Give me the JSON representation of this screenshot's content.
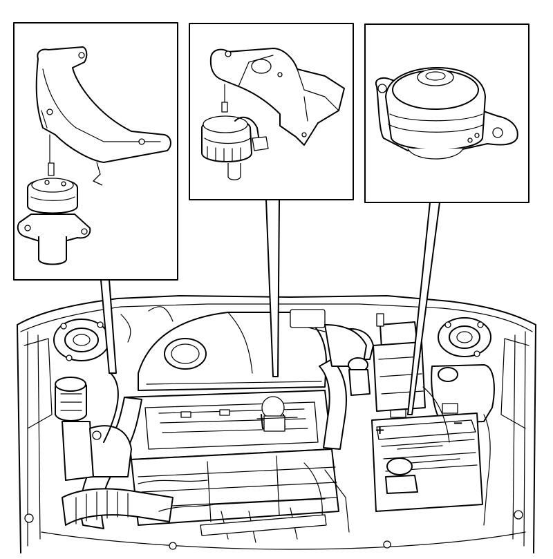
{
  "battery": {
    "plus_sign": "+",
    "minus_sign": "−"
  },
  "callouts": [
    {
      "id": "front-engine-mount"
    },
    {
      "id": "right-engine-mount"
    },
    {
      "id": "left-transmission-mount"
    }
  ]
}
